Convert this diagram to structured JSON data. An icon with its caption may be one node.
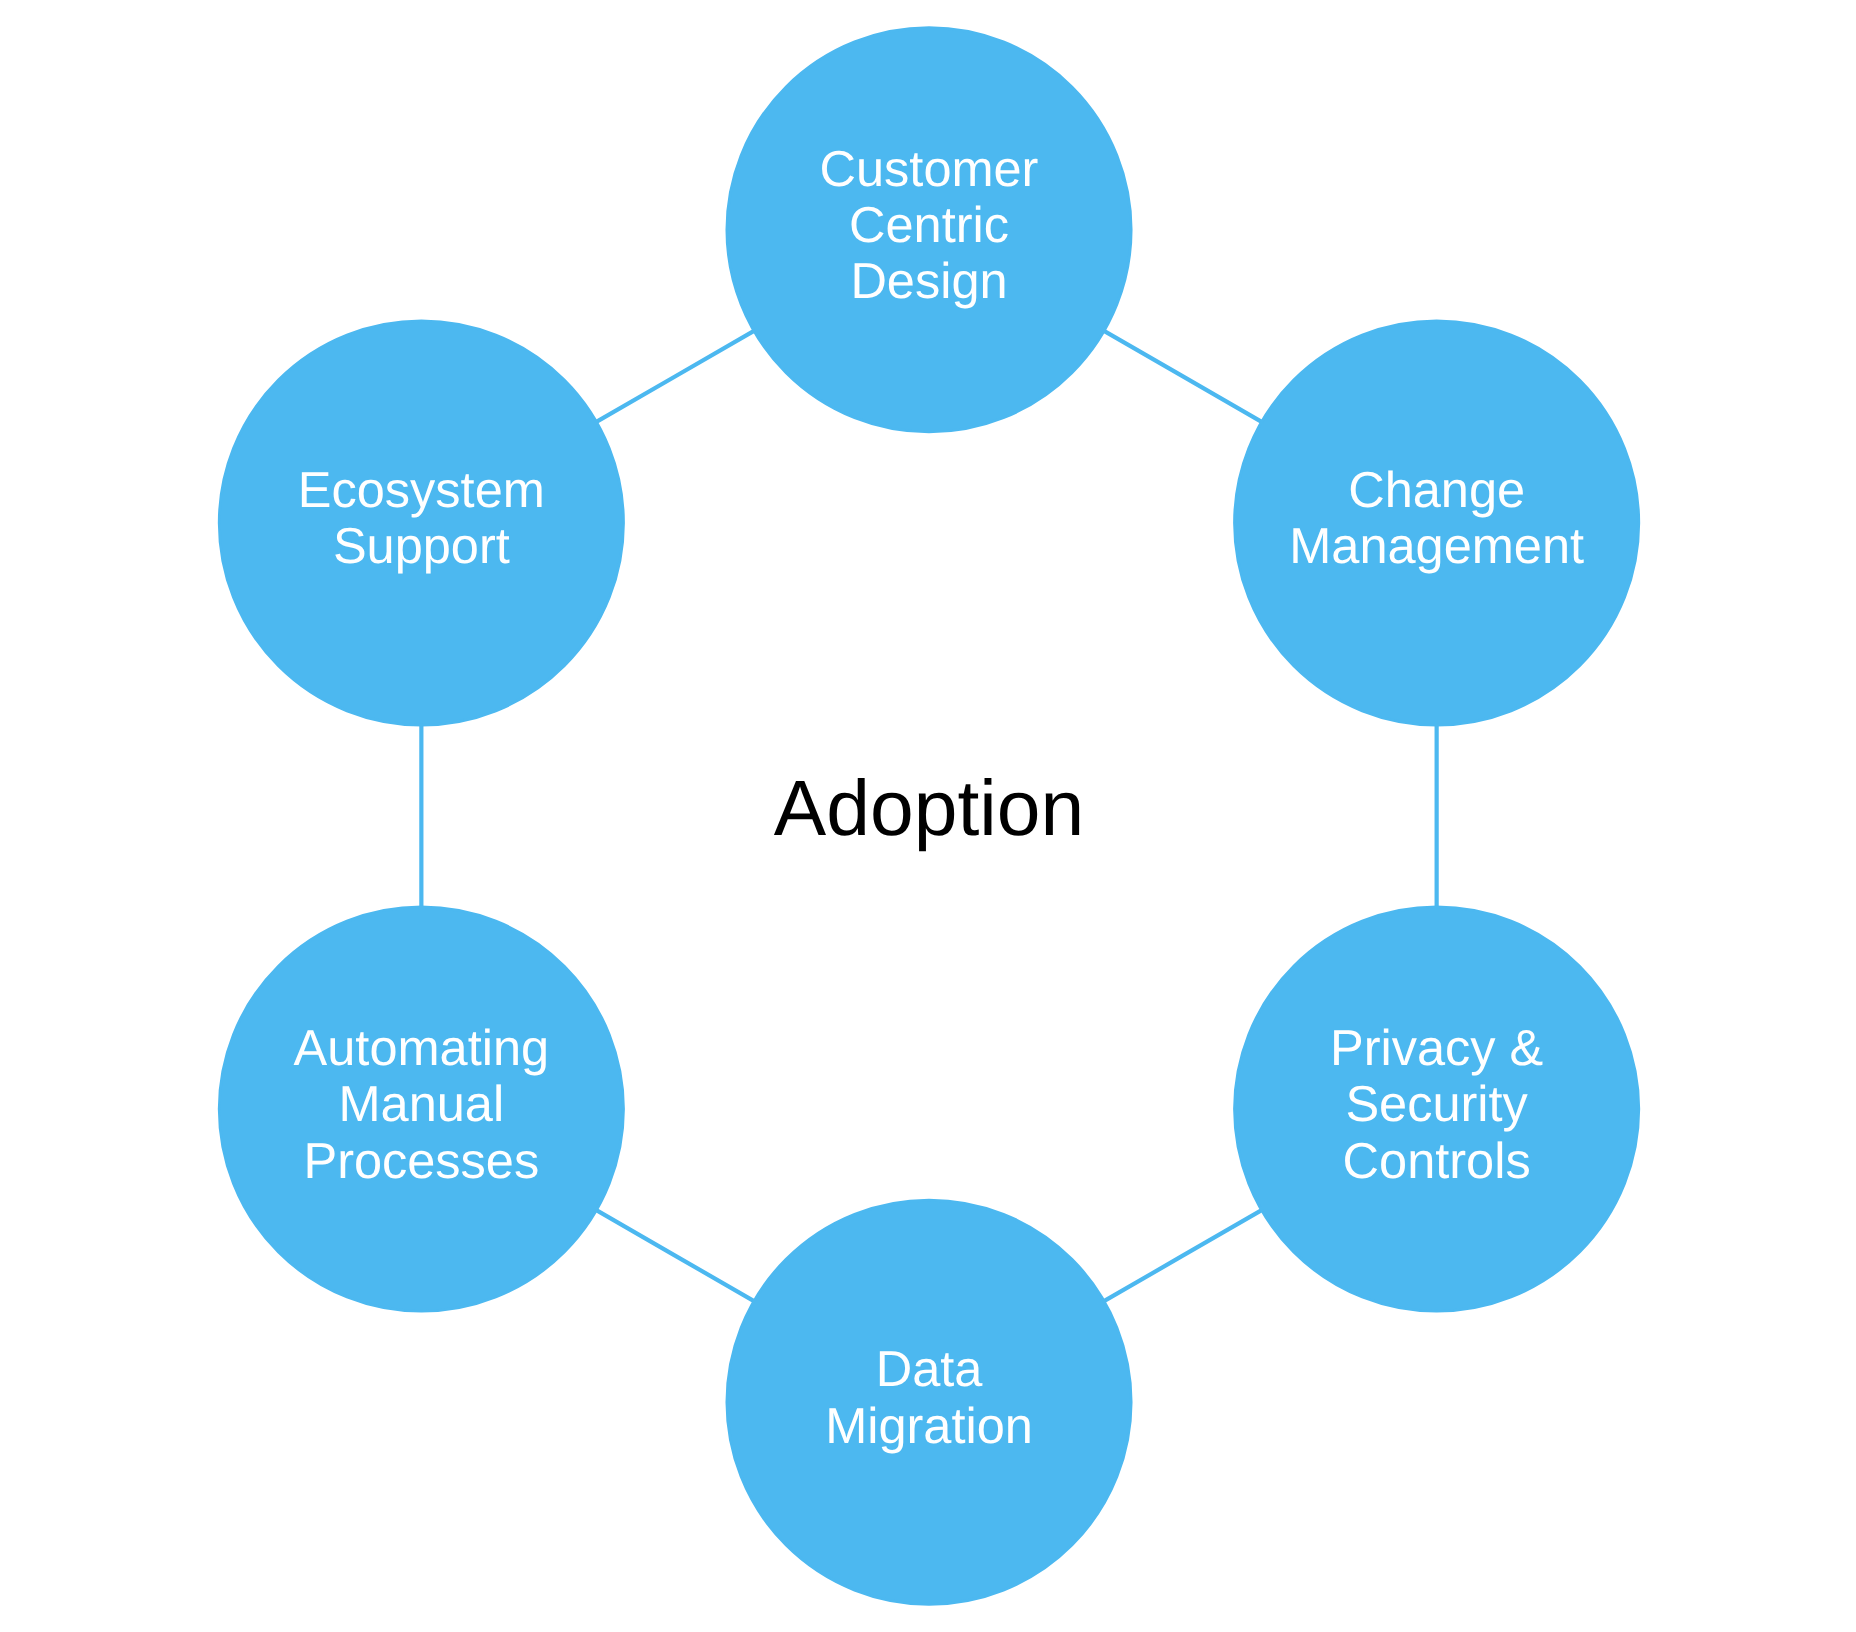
{
  "diagram": {
    "nodes": [
      {
        "text": [
          "Change Management"
        ]
      },
      {
        "text": [
          "Customer Centric Design"
        ]
      },
      {
        "text": [
          "Ecosystem Support"
        ]
      },
      {
        "text": [
          "Automating Manual Processes"
        ]
      },
      {
        "text": [
          "Data Migration"
        ]
      },
      {
        "text": [
          "Privacy & Security Controls"
        ]
      }
    ],
    "edges": [
      {
        "from": 0,
        "to": 1,
        "arrow": "none"
      },
      {
        "from": 1,
        "to": 2,
        "arrow": "none"
      },
      {
        "from": 2,
        "to": 3,
        "arrow": "none"
      },
      {
        "from": 3,
        "to": 4,
        "arrow": "none"
      },
      {
        "from": 4,
        "to": 5,
        "arrow": "none"
      },
      {
        "from": 5,
        "to": 0,
        "arrow": "none"
      }
    ],
    "labels": [
      "Adoption"
    ]
  }
}
